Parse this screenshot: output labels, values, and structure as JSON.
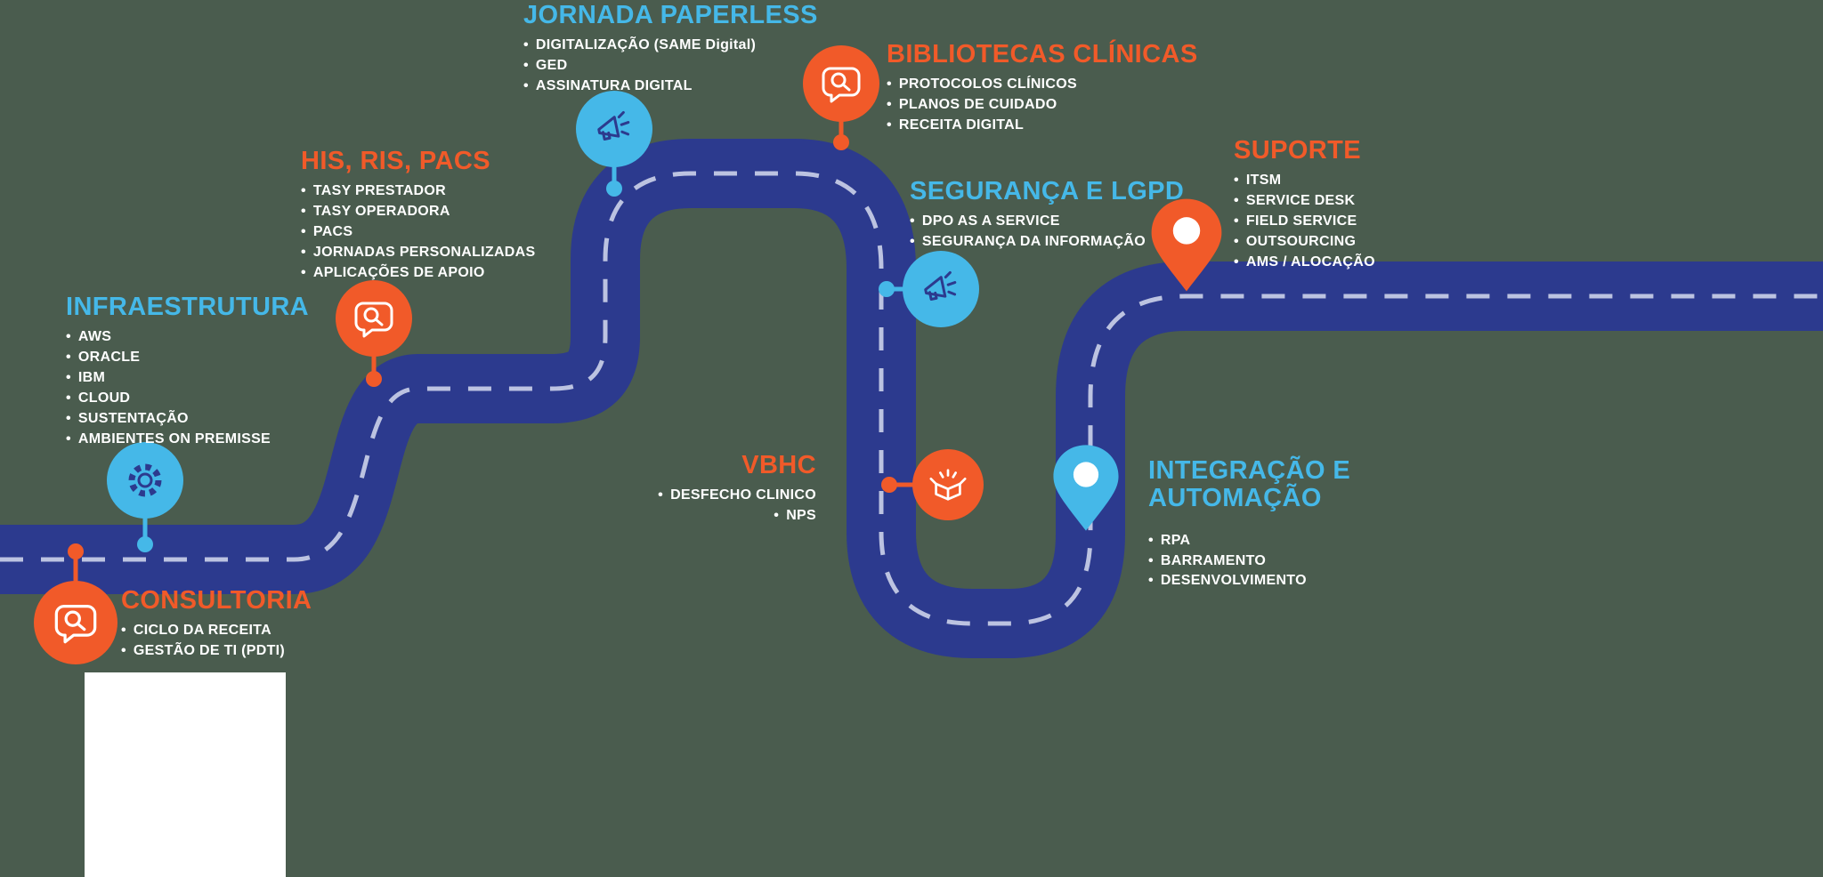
{
  "colors": {
    "background": "#4a5c4e",
    "road": "#2c3a8e",
    "road_dash": "#c9cfe8",
    "orange": "#f15a29",
    "blue": "#45b8e8",
    "icon_navy": "#2c3a8e",
    "white": "#ffffff"
  },
  "milestones": [
    {
      "id": "consultoria",
      "title": "CONSULTORIA",
      "color": "orange",
      "icon": "search-bubble-icon",
      "items": [
        "CICLO DA RECEITA",
        "GESTÃO DE TI (PDTI)"
      ]
    },
    {
      "id": "infraestrutura",
      "title": "INFRAESTRUTURA",
      "color": "blue",
      "icon": "gear-icon",
      "items": [
        "AWS",
        "ORACLE",
        "IBM",
        "CLOUD",
        "SUSTENTAÇÃO",
        "AMBIENTES ON PREMISSE"
      ]
    },
    {
      "id": "his-ris-pacs",
      "title": "HIS, RIS, PACS",
      "color": "orange",
      "icon": "search-bubble-icon",
      "items": [
        "TASY PRESTADOR",
        "TASY OPERADORA",
        "PACS",
        "JORNADAS PERSONALIZADAS",
        "APLICAÇÕES DE APOIO"
      ]
    },
    {
      "id": "jornada-paperless",
      "title": "JORNADA PAPERLESS",
      "color": "blue",
      "icon": "megaphone-icon",
      "items": [
        "DIGITALIZAÇÃO (SAME Digital)",
        "GED",
        "ASSINATURA DIGITAL"
      ]
    },
    {
      "id": "bibliotecas-clinicas",
      "title": "BIBLIOTECAS CLÍNICAS",
      "color": "orange",
      "icon": "search-bubble-icon",
      "items": [
        "PROTOCOLOS CLÍNICOS",
        "PLANOS DE CUIDADO",
        "RECEITA DIGITAL"
      ]
    },
    {
      "id": "seguranca-e-lgpd",
      "title": "SEGURANÇA E LGPD",
      "color": "blue",
      "icon": "megaphone-icon",
      "items": [
        "DPO AS A SERVICE",
        "SEGURANÇA DA INFORMAÇÃO"
      ]
    },
    {
      "id": "vbhc",
      "title": "VBHC",
      "color": "orange",
      "icon": "open-box-icon",
      "items": [
        "DESFECHO CLINICO",
        "NPS"
      ]
    },
    {
      "id": "integracao-e-automacao",
      "title": "INTEGRAÇÃO E AUTOMAÇÃO",
      "color": "blue",
      "icon": "map-pin-icon",
      "items": [
        "RPA",
        "BARRAMENTO",
        "DESENVOLVIMENTO"
      ]
    },
    {
      "id": "suporte",
      "title": "SUPORTE",
      "color": "orange",
      "icon": "map-pin-icon",
      "items": [
        "ITSM",
        "SERVICE DESK",
        "FIELD SERVICE",
        "OUTSOURCING",
        "AMS / ALOCAÇÃO"
      ]
    }
  ]
}
